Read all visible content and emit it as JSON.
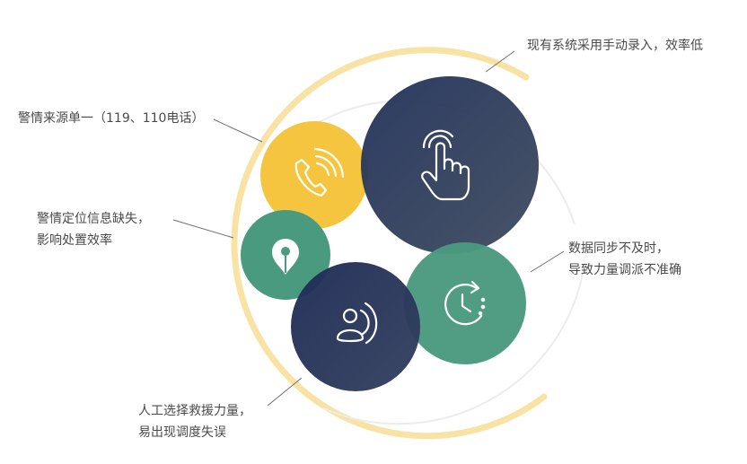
{
  "problems": {
    "alarm_source": {
      "lines": [
        "警情来源单一（119、110电话）"
      ],
      "icon": "phone-ringing-icon",
      "color": "#F6C53F"
    },
    "manual_entry": {
      "lines": [
        "现有系统采用手动录入，效率低"
      ],
      "icon": "hand-pointer-icon",
      "color": "#2A3A5C"
    },
    "location": {
      "lines": [
        "警情定位信息缺失，",
        "影响处置效率"
      ],
      "icon": "location-pin-icon",
      "color": "#4A9A80"
    },
    "sync": {
      "lines": [
        "数据同步不及时，",
        "导致力量调派不准确"
      ],
      "icon": "clock-sync-icon",
      "color": "#4A9A80"
    },
    "manual_dispatch": {
      "lines": [
        "人工选择救援力量，",
        "易出现调度失误"
      ],
      "icon": "person-broadcast-icon",
      "color": "#25325A"
    }
  },
  "colors": {
    "outer_ring": "#F8E3A4",
    "inner_ring": "#E8E8E8",
    "leader_line": "#707070",
    "icon_stroke": "#ffffff",
    "text": "#4a4a4a"
  }
}
